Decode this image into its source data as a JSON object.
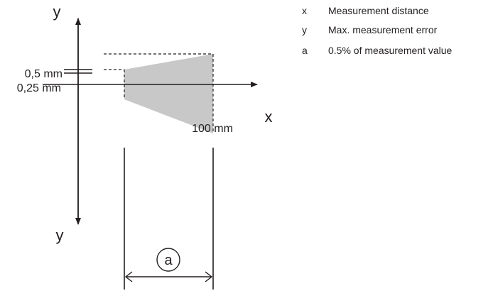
{
  "diagram": {
    "axis_x_label": "x",
    "axis_y_top_label": "y",
    "axis_y_bottom_label": "y",
    "tick_upper_label": "0,5 mm",
    "tick_lower_label": "0,25 mm",
    "distance_label": "100 mm",
    "dimension_marker": "a"
  },
  "legend": [
    {
      "key": "x",
      "text": "Measurement distance"
    },
    {
      "key": "y",
      "text": "Max. measurement error"
    },
    {
      "key": "a",
      "text": "0.5% of measurement value"
    }
  ],
  "colors": {
    "line": "#231f20",
    "error_area": "#c8c8c8"
  }
}
